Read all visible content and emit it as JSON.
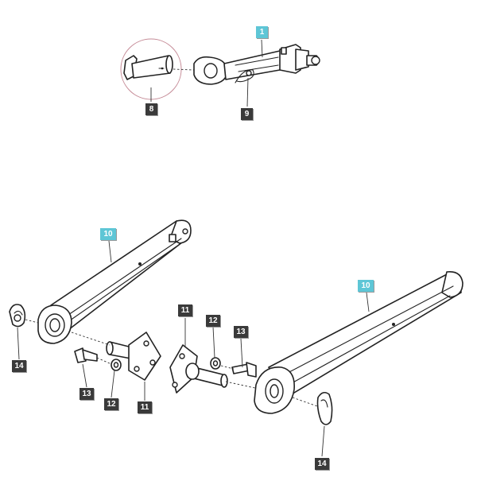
{
  "accent_colors": {
    "callout_dark": "#3a3a3a",
    "callout_highlight": "#5ec6d6"
  },
  "callouts": [
    {
      "id": "c1",
      "label": "1",
      "style": "cyan"
    },
    {
      "id": "c8",
      "label": "8",
      "style": "dark"
    },
    {
      "id": "c9",
      "label": "9",
      "style": "dark"
    },
    {
      "id": "c10a",
      "label": "10",
      "style": "cyan"
    },
    {
      "id": "c10b",
      "label": "10",
      "style": "cyan"
    },
    {
      "id": "c11a",
      "label": "11",
      "style": "dark"
    },
    {
      "id": "c11b",
      "label": "11",
      "style": "dark"
    },
    {
      "id": "c12a",
      "label": "12",
      "style": "dark"
    },
    {
      "id": "c12b",
      "label": "12",
      "style": "dark"
    },
    {
      "id": "c13a",
      "label": "13",
      "style": "dark"
    },
    {
      "id": "c13b",
      "label": "13",
      "style": "dark"
    },
    {
      "id": "c14a",
      "label": "14",
      "style": "dark"
    },
    {
      "id": "c14b",
      "label": "14",
      "style": "dark"
    }
  ]
}
